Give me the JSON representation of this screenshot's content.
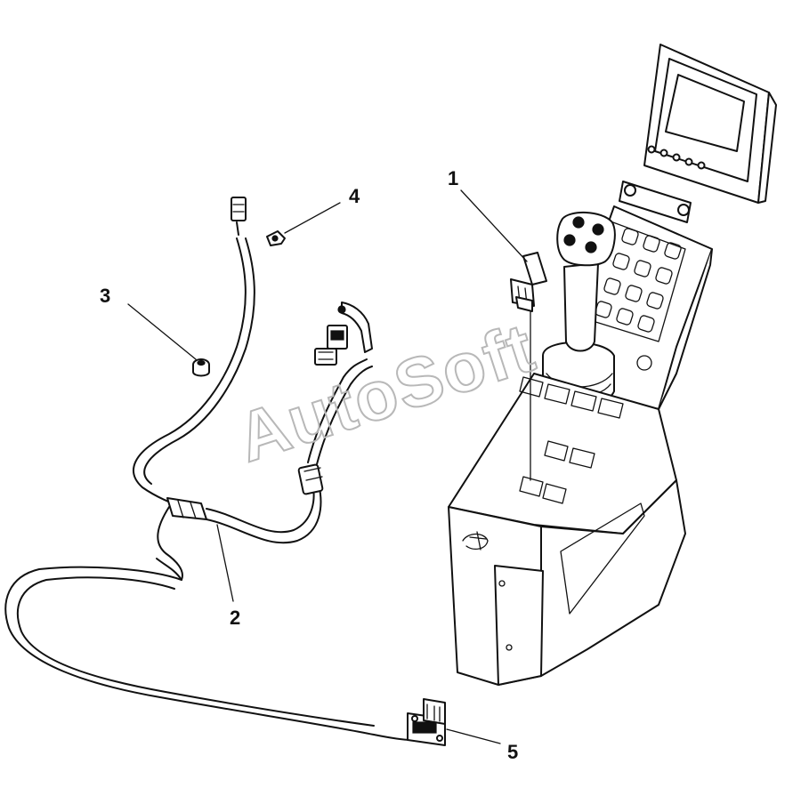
{
  "watermark": {
    "text": "AutoSoft"
  },
  "callouts": [
    {
      "id": "1",
      "label": "1"
    },
    {
      "id": "2",
      "label": "2"
    },
    {
      "id": "3",
      "label": "3"
    },
    {
      "id": "4",
      "label": "4"
    },
    {
      "id": "5",
      "label": "5"
    }
  ],
  "parts": [
    {
      "callout": "1",
      "icon": "rocker-switch-icon"
    },
    {
      "callout": "2",
      "icon": "wiring-harness-icon"
    },
    {
      "callout": "3",
      "icon": "grommet-icon"
    },
    {
      "callout": "4",
      "icon": "clip-icon"
    },
    {
      "callout": "5",
      "icon": "connector-socket-icon"
    }
  ],
  "assembly": {
    "icon": "control-console-icon"
  }
}
